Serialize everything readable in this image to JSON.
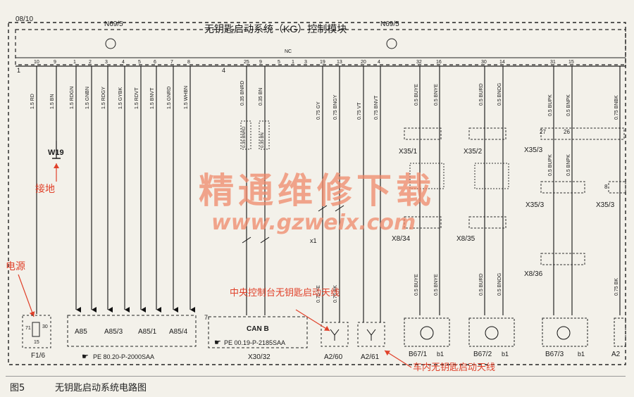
{
  "diagram": {
    "page_ref": "08/10",
    "module_ref_left": "N69/5",
    "module_ref_right": "N69/5",
    "module_title": "无钥匙启动系统（KG）控制模块",
    "pin_group_left": "1",
    "pin_group_right": "4",
    "nc_label": "NC",
    "connector_x1": "x1",
    "connector_7": "7",
    "pins_left": [
      "10",
      "9",
      "1",
      "2",
      "3",
      "4",
      "5",
      "6",
      "7",
      "8"
    ],
    "wire_left": [
      "1.5 RD",
      "1.5 BN",
      "1.5 RDGN",
      "1.5 GNBN",
      "1.5 RDGY",
      "1.5 GYBK",
      "1.5 RDVT",
      "1.5 BNVT",
      "1.5 GNRD",
      "1.5 WHBN"
    ],
    "w19": "W19",
    "ground_cn": "接地",
    "power_cn": "电源",
    "fuse_id": "F1/6",
    "fuse_pins": [
      "71",
      "30",
      "15"
    ],
    "bus_targets": [
      "A85",
      "A85/3",
      "A85/1",
      "A85/4"
    ],
    "pe_ref_left": "PE 80.20-P-2000SAA",
    "can_b": "CAN B",
    "pe_ref_can": "PE 00.19-P-2185SAA",
    "can_id": "X30/32",
    "pins_mid": [
      "25",
      "9",
      "5",
      "1",
      "3",
      "19",
      "13",
      "20",
      "4"
    ],
    "wire_mid": [
      "0.35 BNRD",
      "0.35 BN",
      "0.75 GY",
      "0.75 BNGY",
      "0.75 VT",
      "0.75 BNVT"
    ],
    "wire_mid_lower": [
      "0.35 BNRD",
      "0.35 BN"
    ],
    "wire_ant": [
      "0.75 YE",
      "0.75 BK"
    ],
    "ant_console_cn": "中央控制台无钥匙启动天线",
    "ant_console_id": "A2/60",
    "ant_interior_cn": "车内无钥匙启动天线",
    "ant_interior_id": "A2/61",
    "pins_right": [
      "32",
      "16",
      "30",
      "14",
      "31",
      "15"
    ],
    "wire_r1": [
      "0.5 BUYE",
      "0.5 BNYE"
    ],
    "wire_r2": [
      "0.5 BURD",
      "0.5 BNOG"
    ],
    "wire_r3": [
      "0.5 BUPK",
      "0.5 BNPK"
    ],
    "wire_r4": "0.75 BNBK",
    "wire_r4_low": "0.75 BK",
    "conn_x35_1": "X35/1",
    "conn_x35_2": "X35/2",
    "conn_x35_3": "X35/3",
    "conn_x35_3b": "X35/3",
    "conn_x35_3c": "X35/3",
    "pin_27": "27",
    "pin_26": "26",
    "pin_8": "8",
    "conn_x8_34": "X8/34",
    "conn_x8_35": "X8/35",
    "conn_x8_36": "X8/36",
    "ant_b1": "B67/1",
    "ant_b2": "B67/2",
    "ant_b3": "B67/3",
    "ant_b_pin": "b1",
    "ant_a2": "A2",
    "watermark_cn": "精通维修下载",
    "watermark_url": "www.gzweix.com",
    "caption_no": "图5",
    "caption_text": "无钥匙启动系统电路图"
  }
}
